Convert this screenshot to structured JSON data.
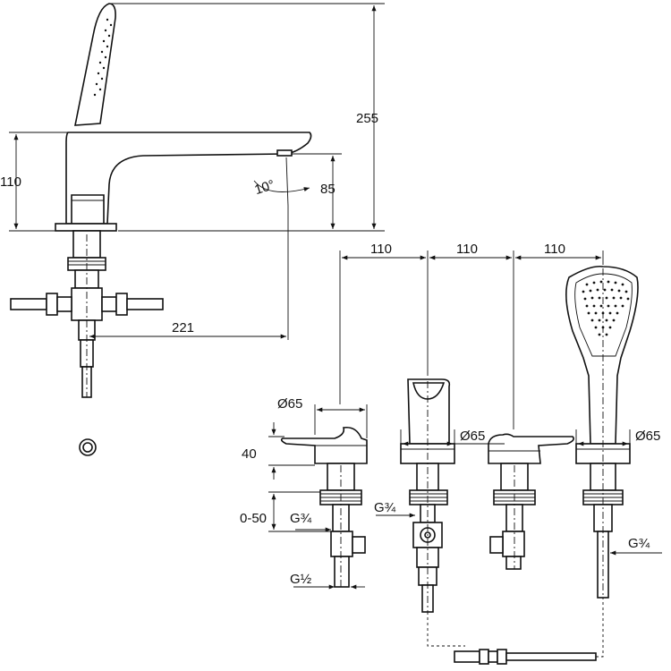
{
  "side_view": {
    "height_total": "255",
    "height_body": "110",
    "height_spout": "85",
    "angle": "10°",
    "reach": "221"
  },
  "top_row": {
    "spacing_1": "110",
    "spacing_2": "110",
    "spacing_3": "110"
  },
  "left_valve": {
    "diameter": "Ø65",
    "height": "40",
    "deck_range": "0-50",
    "thread_upper": "G¾",
    "thread_lower": "G½"
  },
  "spout": {
    "diameter": "Ø65",
    "thread": "G¾"
  },
  "hand_shower": {
    "diameter": "Ø65",
    "thread": "G¾"
  }
}
